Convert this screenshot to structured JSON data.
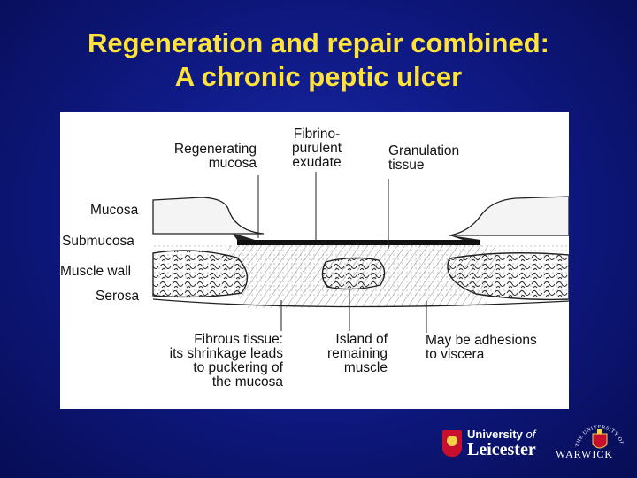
{
  "title": {
    "line1": "Regeneration and repair combined:",
    "line2": "A chronic peptic ulcer"
  },
  "diagram": {
    "left_labels": {
      "mucosa": "Mucosa",
      "submucosa": "Submucosa",
      "muscle_wall": "Muscle wall",
      "serosa": "Serosa"
    },
    "top_labels": {
      "regenerating_mucosa": [
        "Regenerating",
        "mucosa"
      ],
      "fibrinopurulent_exudate": [
        "Fibrino-",
        "purulent",
        "exudate"
      ],
      "granulation_tissue": [
        "Granulation",
        "tissue"
      ]
    },
    "bottom_labels": {
      "fibrous_tissue": [
        "Fibrous tissue:",
        "its shrinkage leads",
        "to puckering of",
        "the mucosa"
      ],
      "island_muscle": [
        "Island of",
        "remaining",
        "muscle"
      ],
      "adhesions": [
        "May be adhesions",
        "to viscera"
      ]
    }
  },
  "logos": {
    "leicester_line1": "University",
    "leicester_of": "of",
    "leicester_line2": "Leicester",
    "warwick_arc": "THE UNIVERSITY OF",
    "warwick_name": "WARWICK"
  },
  "colors": {
    "title": "#ffe23a",
    "background": "#0f1a86",
    "leicester_crest": "#c8102e"
  }
}
